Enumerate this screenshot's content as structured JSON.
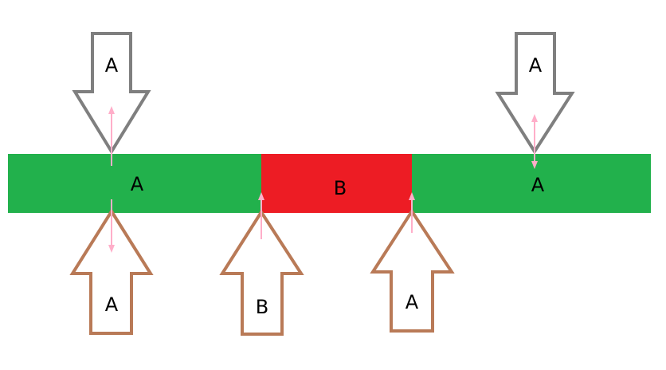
{
  "colors": {
    "green": "#22b14c",
    "red": "#ed1c24",
    "gray_arrow": "#7f7f7f",
    "brown_arrow": "#b97a57",
    "pink_marker": "#ffaec9",
    "text": "#000000"
  },
  "bar": {
    "segments": [
      {
        "label": "A",
        "color": "green"
      },
      {
        "label": "B",
        "color": "red"
      },
      {
        "label": "A",
        "color": "green"
      }
    ]
  },
  "top_arrows": [
    {
      "label": "A",
      "direction": "down",
      "color": "gray_arrow"
    },
    {
      "label": "A",
      "direction": "down",
      "color": "gray_arrow"
    }
  ],
  "bottom_arrows": [
    {
      "label": "A",
      "direction": "up",
      "color": "brown_arrow"
    },
    {
      "label": "B",
      "direction": "up",
      "color": "brown_arrow"
    },
    {
      "label": "A",
      "direction": "up",
      "color": "brown_arrow"
    }
  ]
}
